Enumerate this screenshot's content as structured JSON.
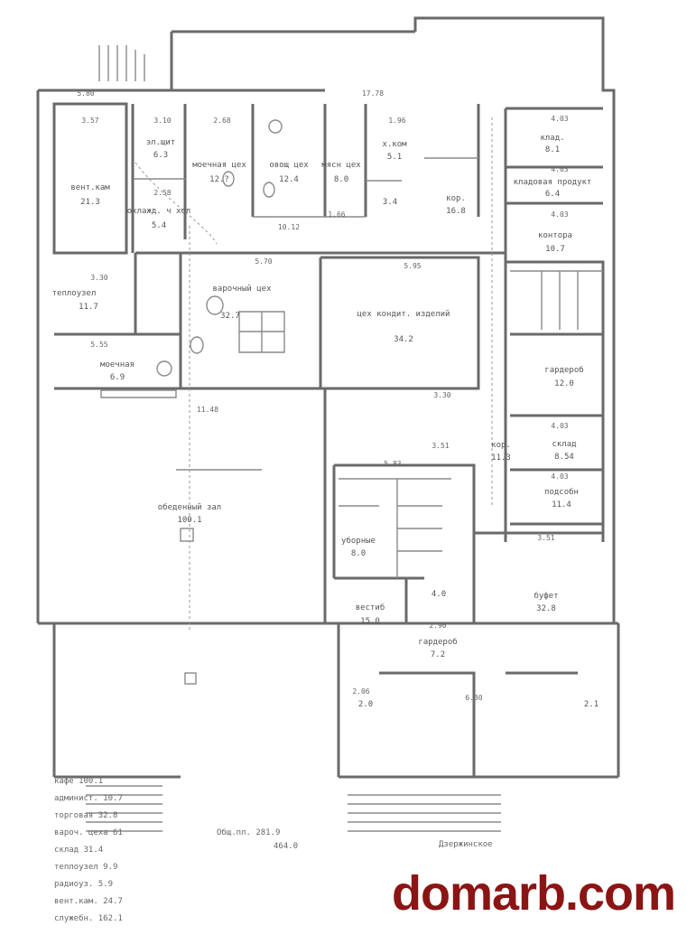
{
  "rooms": {
    "vent": {
      "name": "вент.кам",
      "area": "21.3"
    },
    "elshit": {
      "name": "эл.щит",
      "area": "6.3"
    },
    "cold": {
      "name": "охлажд. ч хол",
      "area": "5.4"
    },
    "wash_shop": {
      "name": "моечная цех",
      "area": "12.?"
    },
    "veg_shop": {
      "name": "овощ цех",
      "area": "12.4"
    },
    "meat_shop": {
      "name": "мясн цех",
      "area": "8.0"
    },
    "hkom": {
      "name": "х.ком",
      "area": "5.1"
    },
    "small": {
      "name": "",
      "area": "3.4"
    },
    "corridor": {
      "name": "кор.",
      "area": "16.8"
    },
    "store1": {
      "name": "клад.",
      "area": "8.1"
    },
    "store2": {
      "name": "кладовая продукт",
      "area": "6.4"
    },
    "office": {
      "name": "контора",
      "area": "10.7"
    },
    "cooking": {
      "name": "варочный цех",
      "area": "32.7"
    },
    "confect": {
      "name": "цех кондит. изделий",
      "area": "34.2"
    },
    "heat": {
      "name": "теплоузел",
      "area": "11.7"
    },
    "washing": {
      "name": "моечная",
      "area": "6.9"
    },
    "wardrobe1": {
      "name": "гардероб",
      "area": "12.0"
    },
    "stock": {
      "name": "склад",
      "area": "8.54"
    },
    "utility": {
      "name": "подсобн",
      "area": "11.4"
    },
    "hall": {
      "name": "обеденный зал",
      "area": "100.1"
    },
    "wc": {
      "name": "уборные",
      "area": "8.0"
    },
    "lobby": {
      "name": "вестиб",
      "area": "15.0"
    },
    "wardrobe2": {
      "name": "гардероб",
      "area": "7.2"
    },
    "buffet": {
      "name": "буфет",
      "area": "32.8"
    },
    "wc_small": {
      "name": "",
      "area": "4.0"
    },
    "corr2": {
      "name": "кор.",
      "area": "11.3"
    },
    "entry_left": {
      "name": "",
      "area": "2.0"
    },
    "entry_right": {
      "name": "",
      "area": "2.1"
    }
  },
  "dimensions": [
    "5.80",
    "3.57",
    "3.10",
    "2.68",
    "17.78",
    "1.96",
    "4.03",
    "4.03",
    "4.03",
    "2.58",
    "1.66",
    "10.12",
    "5.70",
    "5.95",
    "3.30",
    "5.55",
    "11.48",
    "5.83",
    "3.51",
    "4.03",
    "4.03",
    "3.51",
    "6.30",
    "2.06",
    "2.90",
    "3.30"
  ],
  "legend": [
    "кафе 100.1",
    "админист. 10.7",
    "торговая 32.8",
    "вароч. цеха 61",
    "склад 31.4",
    "теплоузел 9.9",
    "радиоуз. 5.9",
    "вент.кам. 24.7",
    "служебн. 162.1"
  ],
  "totals": {
    "label": "Общ.пл. 281.9",
    "value": "464.0"
  },
  "street": "Дзержинское",
  "watermark": "domarb.com"
}
